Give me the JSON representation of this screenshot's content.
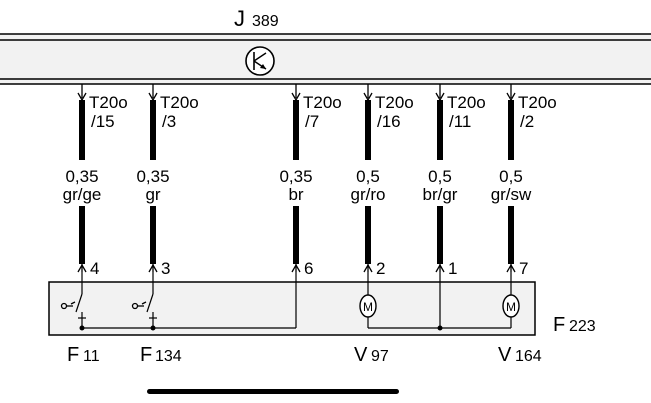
{
  "diagram": {
    "control_unit": {
      "label": "J",
      "sub": "389"
    },
    "wires": [
      {
        "pin_top": "T20o",
        "pin_num": "/15",
        "size": "0,35",
        "color": "gr/ge",
        "pin_bottom": "4"
      },
      {
        "pin_top": "T20o",
        "pin_num": "/3",
        "size": "0,35",
        "color": "gr",
        "pin_bottom": "3"
      },
      {
        "pin_top": "T20o",
        "pin_num": "/7",
        "size": "0,35",
        "color": "br",
        "pin_bottom": "6"
      },
      {
        "pin_top": "T20o",
        "pin_num": "/16",
        "size": "0,5",
        "color": "gr/ro",
        "pin_bottom": "2"
      },
      {
        "pin_top": "T20o",
        "pin_num": "/11",
        "size": "0,5",
        "color": "br/gr",
        "pin_bottom": "1"
      },
      {
        "pin_top": "T20o",
        "pin_num": "/2",
        "size": "0,5",
        "color": "gr/sw",
        "pin_bottom": "7"
      }
    ],
    "components": [
      {
        "label": "F",
        "sub": "11"
      },
      {
        "label": "F",
        "sub": "134"
      },
      {
        "label": "V",
        "sub": "97"
      },
      {
        "label": "V",
        "sub": "164"
      }
    ],
    "module": {
      "label": "F",
      "sub": "223"
    },
    "motor_symbol": "M",
    "icons": {
      "transistor": "transistor-icon",
      "switch": "switch-icon",
      "motor": "motor-icon"
    }
  }
}
